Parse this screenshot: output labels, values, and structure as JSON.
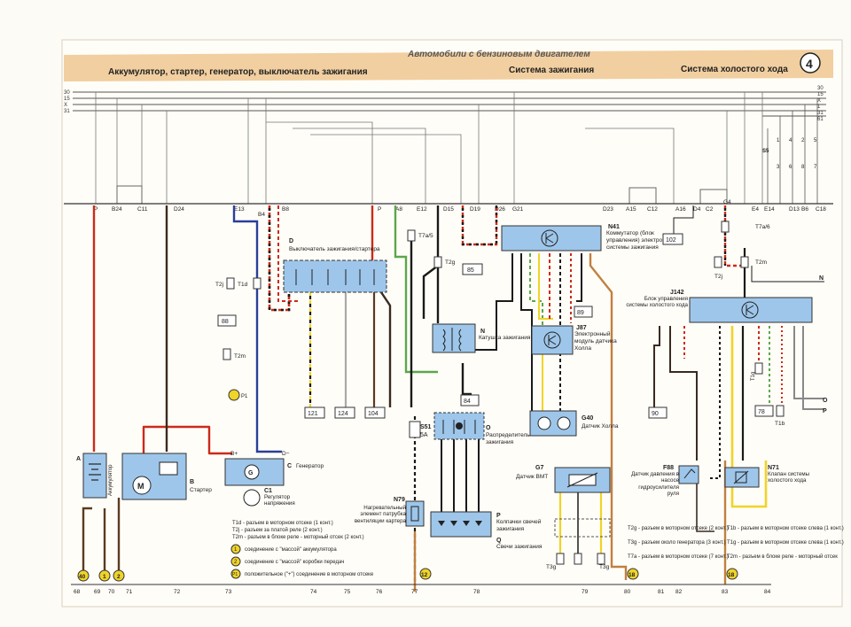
{
  "header": {
    "title": "Автомобили с бензиновым двигателем",
    "section1": "Аккумулятор, стартер, генератор, выключатель зажигания",
    "section2": "Система зажигания",
    "section3": "Система холостого хода",
    "page_number": "4"
  },
  "colors": {
    "banner": "#f2cfa0",
    "red": "#cc2a1a",
    "brown": "#5a3a22",
    "blue": "#2a3f9a",
    "green": "#5aa84a",
    "yellow": "#f0d428",
    "lightblue": "#9ec6ea",
    "orange": "#c08040",
    "grey": "#8a8a8a",
    "black": "#1a1a1a"
  },
  "bus_left": [
    "30",
    "15",
    "X",
    "31"
  ],
  "bus_right": [
    "30",
    "15",
    "X",
    "1",
    "31",
    "61"
  ],
  "top_connectors": [
    "P",
    "B24",
    "C11",
    "D24",
    "E13",
    "B4",
    "B8",
    "P",
    "A8",
    "E12",
    "D15",
    "D19",
    "D26",
    "G21",
    "D23",
    "A15",
    "C12",
    "A16",
    "D4",
    "C2",
    "G4",
    "E4",
    "E14",
    "D13",
    "B6",
    "C18"
  ],
  "s5_numbers_top": [
    "1",
    "4",
    "2",
    "5"
  ],
  "s5_numbers_bottom": [
    "3",
    "6",
    "8",
    "7"
  ],
  "s5_label": "S5",
  "components": {
    "D": {
      "code": "D",
      "name": "Выключатель зажигания/стартера"
    },
    "N41": {
      "code": "N41",
      "name": "Коммутатор (блок управления) электронной системы зажигания"
    },
    "N": {
      "code": "N",
      "name": "Катушка зажигания"
    },
    "J87": {
      "code": "J87",
      "name": "Электронный модуль датчика Холла"
    },
    "G40": {
      "code": "G40",
      "name": "Датчик Холла"
    },
    "O": {
      "code": "O",
      "name": "Распределитель зажигания"
    },
    "G7": {
      "code": "G7",
      "name": "Датчик ВМТ"
    },
    "P": {
      "code": "P",
      "name": "Колпачки свечей зажигания"
    },
    "Q": {
      "code": "Q",
      "name": "Свечи зажигания"
    },
    "N79": {
      "code": "N79",
      "name": "Нагревательный элемент патрубка вентиляции картера"
    },
    "S51": {
      "code": "S51",
      "rating": "5A"
    },
    "J142": {
      "code": "J142",
      "name": "Блок управления системы холостого хода"
    },
    "F88": {
      "code": "F88",
      "name": "Датчик давления в насосе гидроусилителя руля"
    },
    "N71": {
      "code": "N71",
      "name": "Клапан системы холостого хода"
    },
    "A": {
      "code": "A",
      "name": "Аккумулятор"
    },
    "B": {
      "code": "B",
      "name": "Стартер"
    },
    "C": {
      "code": "C",
      "name": "Генератор"
    },
    "C1": {
      "code": "C1",
      "name": "Регулятор напряжения"
    }
  },
  "connector_labels": {
    "T2j_left": "T2j",
    "T1d": "T1d",
    "T2m_left": "T2m",
    "T7a5": "T7a/5",
    "T2g": "T2g",
    "T7a6": "T7a/6",
    "T2j_right": "T2j",
    "T2m_right": "T2m",
    "T1g": "T1g",
    "T1b": "T1b",
    "T3g_l": "T3g",
    "T3g_r": "T3g",
    "P1": "P1",
    "B_plus": "B+",
    "D_minus": "D−",
    "M": "M",
    "G": "G",
    "N_right": "N",
    "O_right": "O",
    "P_right": "P"
  },
  "ref_boxes": [
    "88",
    "85",
    "89",
    "102",
    "121",
    "124",
    "104",
    "84",
    "90",
    "78"
  ],
  "circles": [
    "40",
    "1",
    "2",
    "12",
    "18",
    "18"
  ],
  "legend_left": [
    "T1d - разъем в моторном отсеке (1 конт.)",
    "T2j - разъем за платой реле (2 конт.)",
    "T2m - разъем в блоке реле - моторный отсек (2 конт.)"
  ],
  "legend_circles": [
    {
      "sym": "1",
      "text": "соединение с \"массой\" аккумулятора"
    },
    {
      "sym": "2",
      "text": "соединение с \"массой\" коробки передач"
    },
    {
      "sym": "P1",
      "text": "положительное (\"+\") соединение в моторном отсеке"
    }
  ],
  "legend_mid": [
    "T2g - разъем в моторном отсеке (2 конт.)",
    "T3g - разъем около генератора (3 конт.)",
    "T7a - разъем в моторном отсеке (7 конт.)"
  ],
  "legend_right": [
    "T1b - разъем в моторном отсеке слева (1 конт.)",
    "T1g - разъем в моторном отсеке слева (1 конт.)",
    "T2m - разъем в блоке реле - моторный отсек"
  ],
  "bottom_numbers": [
    "68",
    "69",
    "70",
    "71",
    "72",
    "73",
    "74",
    "75",
    "76",
    "77",
    "78",
    "79",
    "80",
    "81",
    "82",
    "83",
    "84"
  ]
}
